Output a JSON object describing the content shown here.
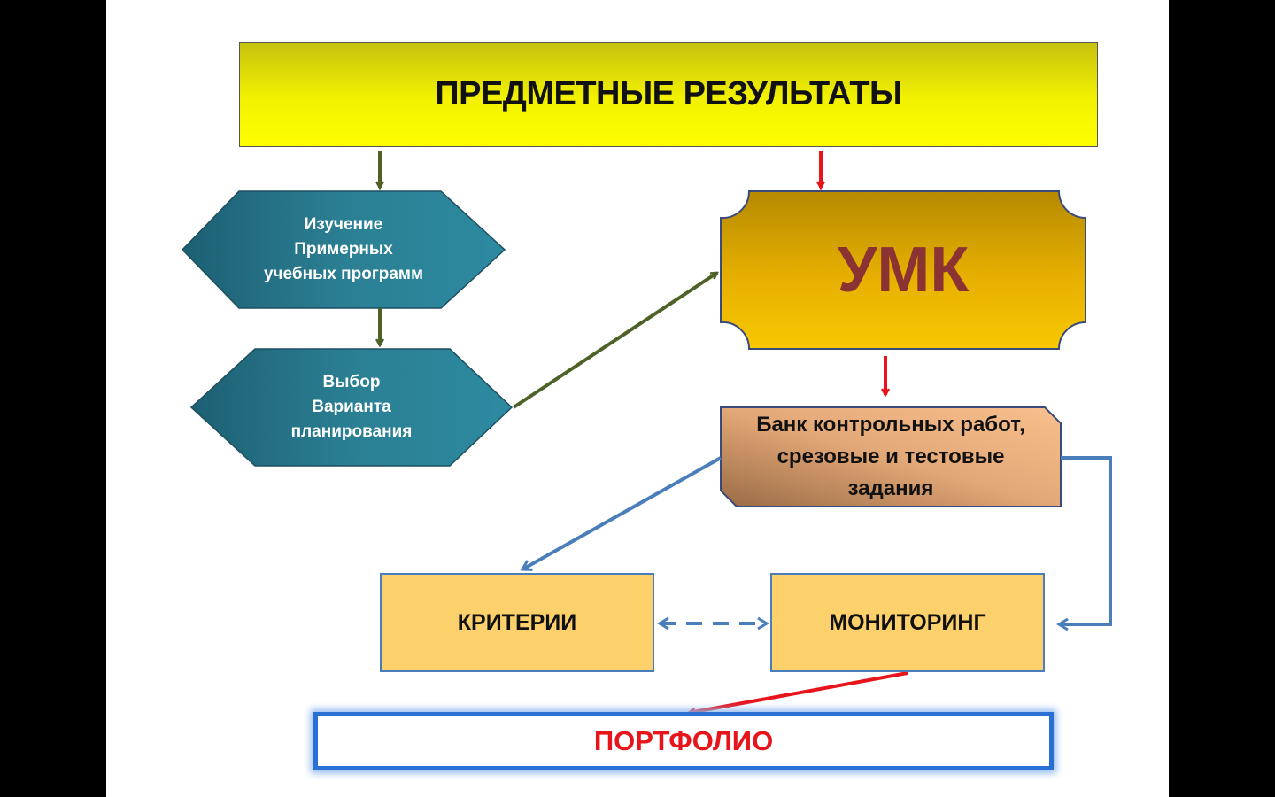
{
  "title": "ПРЕДМЕТНЫЕ РЕЗУЛЬТАТЫ",
  "study_programs": [
    "Изучение",
    "Примерных",
    "учебных программ"
  ],
  "choose_variant": [
    "Выбор",
    "Варианта",
    "планирования"
  ],
  "umk": "УМК",
  "bank": [
    "Банк контрольных работ,",
    "срезовые  и тестовые",
    "задания"
  ],
  "criteria": "КРИТЕРИИ",
  "monitoring": "МОНИТОРИНГ",
  "portfolio": "ПОРТФОЛИО",
  "colors": {
    "title_fill": "#ffff00",
    "hexagon_fill": "#2b7f93",
    "umk_fill": "#e8b400",
    "umk_text": "#8b3232",
    "bank_fill": "#f0b27a",
    "box_fill": "#fcd06a",
    "box_border": "#4a7ebb",
    "arrow_green": "#4e6228",
    "arrow_red": "#e8141b",
    "arrow_blue": "#4a7ebb",
    "portfolio_text": "#e8141b",
    "portfolio_border": "#2a6fd6"
  }
}
